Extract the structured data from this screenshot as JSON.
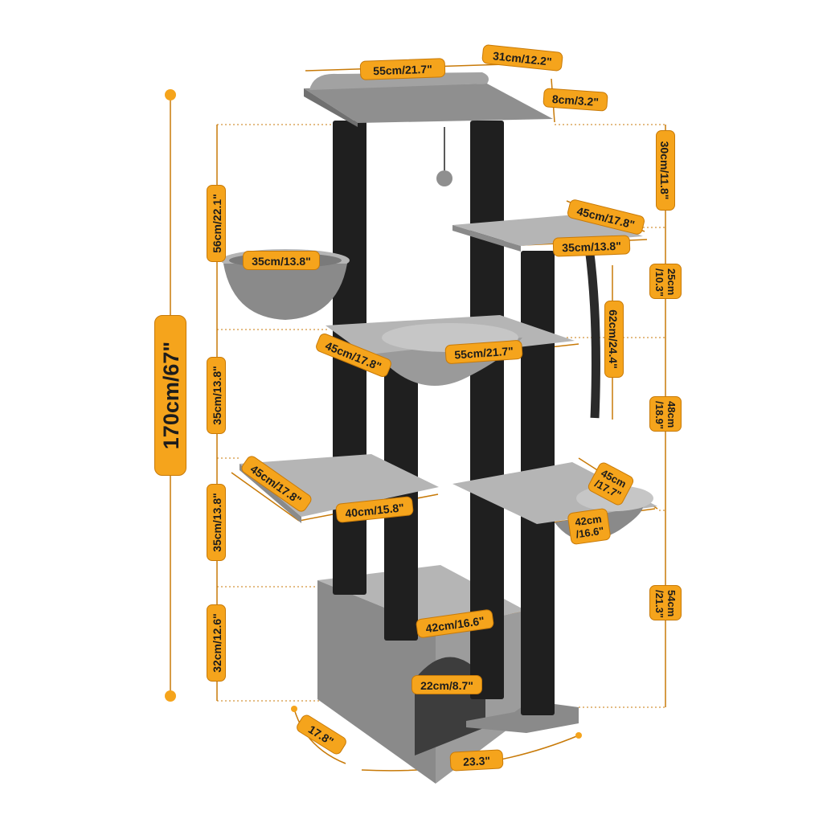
{
  "colors": {
    "accent": "#f5a41c",
    "accent_dark": "#c87a08",
    "plush": "#8f8f8f",
    "plush_light": "#b5b5b5",
    "post": "#1f1f1f"
  },
  "labels": {
    "height_total": "170cm/67\"",
    "top_perch_width": "55cm/21.7\"",
    "top_perch_depth": "31cm/12.2\"",
    "top_perch_thickness": "8cm/3.2\"",
    "left_segment_top": "56cm/22.1\"",
    "left_segment_middle": "35cm/13.8\"",
    "left_segment_lower": "35cm/13.8\"",
    "left_segment_base": "32cm/12.6\"",
    "right_segment_top": "30cm/11.8\"",
    "right_segment_a_cm": "25cm",
    "right_segment_a_in": "/10.3\"",
    "right_segment_b_cm": "48cm",
    "right_segment_b_in": "/18.9\"",
    "right_segment_c_cm": "54cm",
    "right_segment_c_in": "/21.3\"",
    "upper_bowl_diameter": "35cm/13.8\"",
    "upper_platform_length": "45cm/17.8\"",
    "upper_platform_width": "35cm/13.8\"",
    "rope_length": "62cm/24.4\"",
    "hammock_depth": "45cm/17.8\"",
    "hammock_width": "55cm/21.7\"",
    "left_platform_depth": "45cm/17.8\"",
    "left_platform_width": "40cm/15.8\"",
    "right_basket_depth_cm": "45cm",
    "right_basket_depth_in": "/17.7\"",
    "right_basket_width_cm": "42cm",
    "right_basket_width_in": "/16.6\"",
    "condo_width": "42cm/16.6\"",
    "condo_door": "22cm/8.7\"",
    "base_depth": "17.8\"",
    "base_width": "23.3\""
  }
}
